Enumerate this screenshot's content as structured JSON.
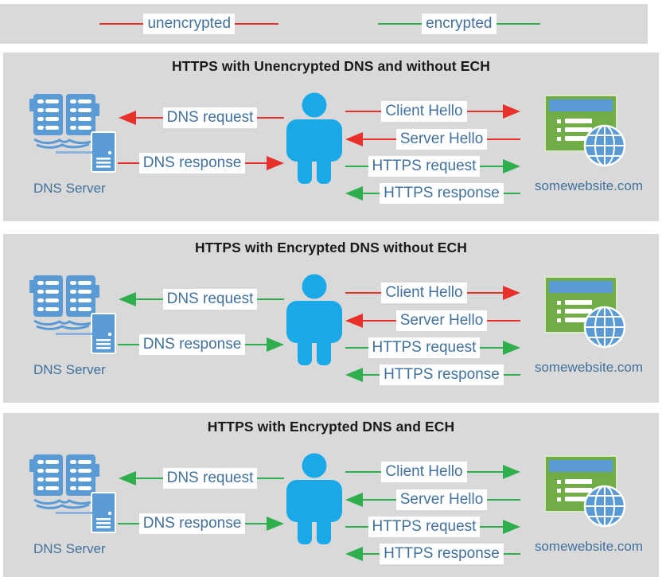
{
  "colors": {
    "page_bg": "#ffffff",
    "panel_bg": "#d9d9d9",
    "unencrypted": "#e8312d",
    "encrypted": "#2fae4e",
    "label_text": "#41719c",
    "title_text": "#1a1a1a",
    "label_bg": "#ffffff",
    "icon_blue": "#5b9bd5",
    "window_green": "#70ad47",
    "window_border": "#d9e8cb",
    "person_blue": "#1aa9e8",
    "connector_blue": "#8ab4dc"
  },
  "legend": {
    "items": [
      {
        "label": "unencrypted",
        "encrypted": false
      },
      {
        "label": "encrypted",
        "encrypted": true
      }
    ]
  },
  "panels": [
    {
      "title": "HTTPS with Unencrypted DNS and without ECH",
      "dns_server_label": "DNS Server",
      "website_label": "somewebsite.com",
      "dns_arrows": [
        {
          "label": "DNS request",
          "direction": "left",
          "encrypted": false
        },
        {
          "label": "DNS response",
          "direction": "right",
          "encrypted": false
        }
      ],
      "tls_arrows": [
        {
          "label": "Client Hello",
          "direction": "right",
          "encrypted": false
        },
        {
          "label": "Server Hello",
          "direction": "left",
          "encrypted": false
        },
        {
          "label": "HTTPS request",
          "direction": "right",
          "encrypted": true
        },
        {
          "label": "HTTPS response",
          "direction": "left",
          "encrypted": true
        }
      ]
    },
    {
      "title": "HTTPS with Encrypted DNS without ECH",
      "dns_server_label": "DNS Server",
      "website_label": "somewebsite.com",
      "dns_arrows": [
        {
          "label": "DNS request",
          "direction": "left",
          "encrypted": true
        },
        {
          "label": "DNS response",
          "direction": "right",
          "encrypted": true
        }
      ],
      "tls_arrows": [
        {
          "label": "Client Hello",
          "direction": "right",
          "encrypted": false
        },
        {
          "label": "Server Hello",
          "direction": "left",
          "encrypted": false
        },
        {
          "label": "HTTPS request",
          "direction": "right",
          "encrypted": true
        },
        {
          "label": "HTTPS response",
          "direction": "left",
          "encrypted": true
        }
      ]
    },
    {
      "title": "HTTPS with Encrypted DNS and ECH",
      "dns_server_label": "DNS Server",
      "website_label": "somewebsite.com",
      "dns_arrows": [
        {
          "label": "DNS request",
          "direction": "left",
          "encrypted": true
        },
        {
          "label": "DNS response",
          "direction": "right",
          "encrypted": true
        }
      ],
      "tls_arrows": [
        {
          "label": "Client Hello",
          "direction": "right",
          "encrypted": true
        },
        {
          "label": "Server Hello",
          "direction": "left",
          "encrypted": true
        },
        {
          "label": "HTTPS request",
          "direction": "right",
          "encrypted": true
        },
        {
          "label": "HTTPS response",
          "direction": "left",
          "encrypted": true
        }
      ]
    }
  ]
}
